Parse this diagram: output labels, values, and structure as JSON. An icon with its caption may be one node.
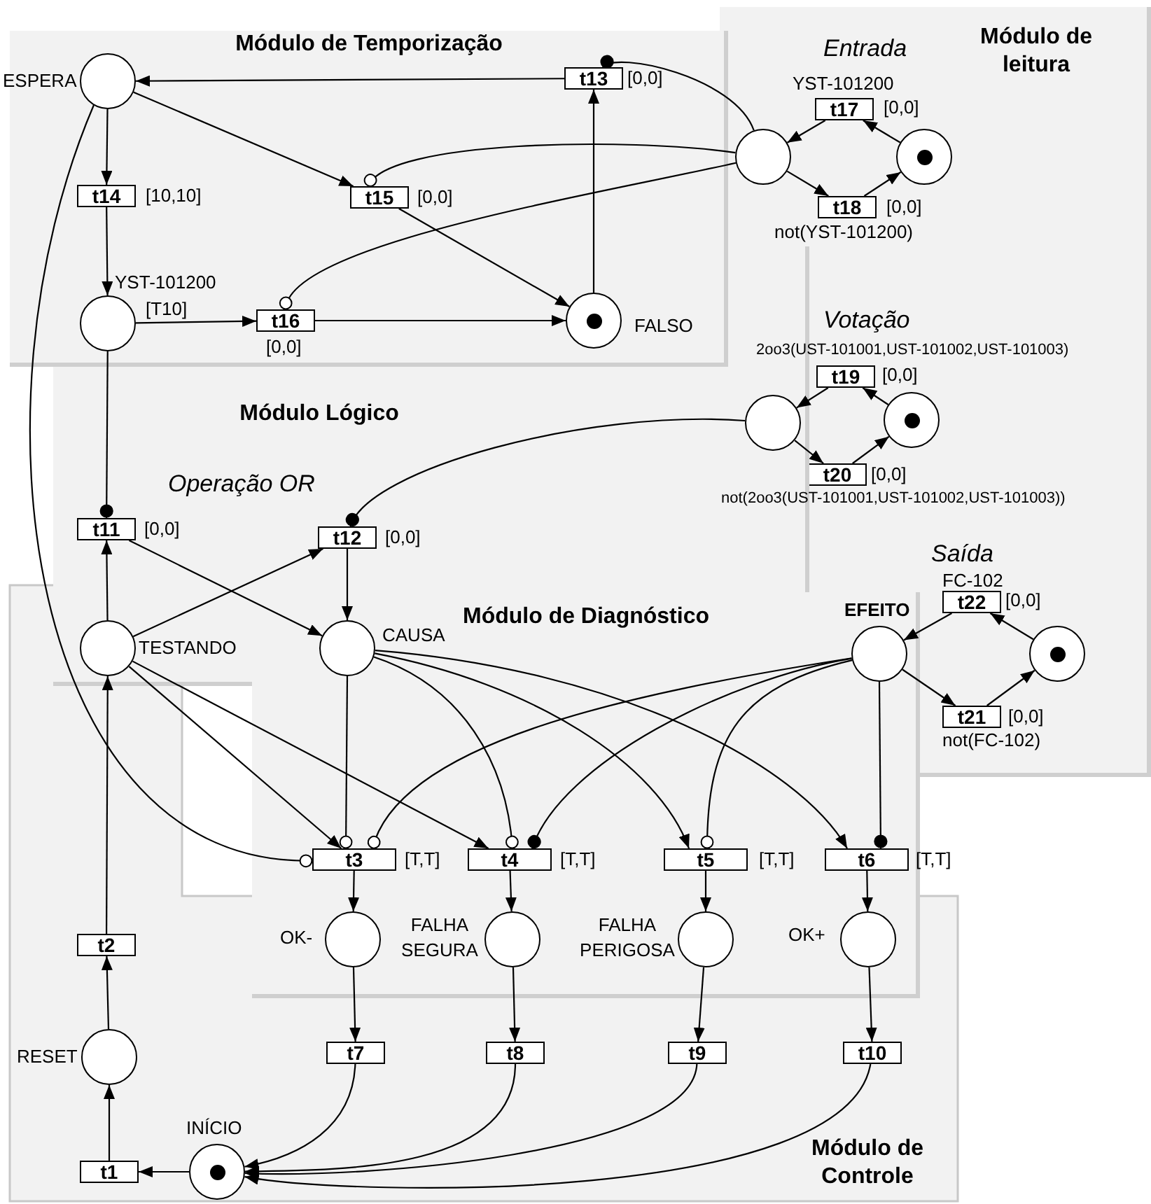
{
  "diagram": {
    "nodes": [
      {
        "text": [
          "Módulo de Temporização"
        ]
      },
      {
        "text": [
          "Módulo de leitura"
        ]
      },
      {
        "text": [
          "Módulo Lógico"
        ]
      },
      {
        "text": [
          "Módulo de Diagnóstico"
        ]
      },
      {
        "text": [
          "Módulo de Controle"
        ]
      },
      {
        "text": [],
        "shape": "circle",
        "in": 0,
        "beside": [
          "ESPERA"
        ]
      },
      {
        "text": [
          "t13"
        ],
        "in": 0,
        "beside": [
          "[0,0]"
        ]
      },
      {
        "text": [],
        "shape": "circle",
        "in": 1
      },
      {
        "text": [
          "t17"
        ],
        "in": 1,
        "beside": [
          "YST-101200",
          "[0,0]"
        ]
      },
      {
        "text": [],
        "shape": "circle",
        "in": 1
      },
      {
        "text": [
          "t18"
        ],
        "in": 1,
        "beside": [
          "[0,0]",
          "not(YST-101200)"
        ]
      },
      {
        "text": [
          "t14"
        ],
        "in": 0,
        "beside": [
          "[10,10]"
        ]
      },
      {
        "text": [
          "t15"
        ],
        "in": 0,
        "beside": [
          "[0,0]"
        ]
      },
      {
        "text": [],
        "shape": "circle",
        "beside": [
          "YST-101200",
          "[T10]"
        ]
      },
      {
        "text": [
          "t16"
        ],
        "beside": [
          "[0,0]"
        ]
      },
      {
        "text": [],
        "shape": "circle",
        "beside": [
          "FALSO"
        ]
      },
      {
        "text": [
          "t19"
        ],
        "in": 1,
        "beside": [
          "2oo3(UST-101001,UST-101002,UST-101003)",
          "[0,0]"
        ]
      },
      {
        "text": [],
        "shape": "circle"
      },
      {
        "text": [],
        "shape": "circle",
        "in": 1
      },
      {
        "text": [
          "t20"
        ],
        "in": 1,
        "beside": [
          "[0,0]",
          "not(2oo3(UST-101001,UST-101002,UST-101003))"
        ]
      },
      {
        "text": [
          "t11"
        ],
        "in": 2,
        "beside": [
          "[0,0]"
        ]
      },
      {
        "text": [
          "t12"
        ],
        "in": 2,
        "beside": [
          "[0,0]"
        ]
      },
      {
        "text": [
          "t22"
        ],
        "in": 1,
        "beside": [
          "FC-102",
          "[0,0]"
        ]
      },
      {
        "text": [],
        "shape": "circle",
        "beside": [
          "TESTANDO"
        ]
      },
      {
        "text": [],
        "shape": "circle",
        "beside": [
          "CAUSA"
        ]
      },
      {
        "text": [],
        "shape": "circle",
        "beside": [
          "EFEITO"
        ]
      },
      {
        "text": [],
        "shape": "circle",
        "in": 1
      },
      {
        "text": [
          "t21"
        ],
        "in": 1,
        "beside": [
          "[0,0]",
          "not(FC-102)"
        ]
      },
      {
        "text": [
          "t3"
        ],
        "in": 3,
        "beside": [
          "[T,T]"
        ]
      },
      {
        "text": [
          "t4"
        ],
        "in": 3,
        "beside": [
          "[T,T]"
        ]
      },
      {
        "text": [
          "t5"
        ],
        "in": 3,
        "beside": [
          "[T,T]"
        ]
      },
      {
        "text": [
          "t6"
        ],
        "in": 3,
        "beside": [
          "[T,T]"
        ]
      },
      {
        "text": [],
        "shape": "circle",
        "in": 3,
        "beside": [
          "OK-"
        ]
      },
      {
        "text": [],
        "shape": "circle",
        "in": 3,
        "beside": [
          "FALHA SEGURA"
        ]
      },
      {
        "text": [],
        "shape": "circle",
        "in": 3,
        "beside": [
          "FALHA PERIGOSA"
        ]
      },
      {
        "text": [],
        "shape": "circle",
        "in": 3,
        "beside": [
          "OK+"
        ]
      },
      {
        "text": [
          "t2"
        ],
        "in": 4
      },
      {
        "text": [
          "t7"
        ],
        "in": 4
      },
      {
        "text": [
          "t8"
        ],
        "in": 4
      },
      {
        "text": [
          "t9"
        ],
        "in": 4
      },
      {
        "text": [
          "t10"
        ],
        "in": 4
      },
      {
        "text": [],
        "shape": "circle",
        "in": 4,
        "beside": [
          "RESET"
        ]
      },
      {
        "text": [],
        "shape": "circle",
        "in": 4,
        "beside": [
          "INÍCIO"
        ]
      },
      {
        "text": [
          "t1"
        ],
        "in": 4
      }
    ],
    "edges": [
      {
        "from": 6,
        "to": 5,
        "arrow": "to"
      },
      {
        "from": 7,
        "to": 6,
        "arrow": "other"
      },
      {
        "from": 15,
        "to": 6,
        "arrow": "to"
      },
      {
        "from": 5,
        "to": 11,
        "arrow": "to"
      },
      {
        "from": 11,
        "to": 13,
        "arrow": "to"
      },
      {
        "from": 5,
        "to": 12,
        "arrow": "to"
      },
      {
        "from": 7,
        "to": 12,
        "arrow": "other"
      },
      {
        "from": 12,
        "to": 15,
        "arrow": "to"
      },
      {
        "from": 7,
        "to": 14,
        "arrow": "other"
      },
      {
        "from": 13,
        "to": 14,
        "arrow": "to"
      },
      {
        "from": 14,
        "to": 15,
        "arrow": "to"
      },
      {
        "from": 8,
        "to": 7,
        "arrow": "to"
      },
      {
        "from": 7,
        "to": 10,
        "arrow": "to"
      },
      {
        "from": 10,
        "to": 9,
        "arrow": "to"
      },
      {
        "from": 9,
        "to": 8,
        "arrow": "to"
      },
      {
        "from": 13,
        "to": 20,
        "arrow": "other"
      },
      {
        "from": 20,
        "to": 24,
        "arrow": "to"
      },
      {
        "from": 23,
        "to": 20,
        "arrow": "to"
      },
      {
        "from": 23,
        "to": 21,
        "arrow": "to"
      },
      {
        "from": 17,
        "to": 21,
        "arrow": "other"
      },
      {
        "from": 21,
        "to": 24,
        "arrow": "to"
      },
      {
        "from": 16,
        "to": 17,
        "arrow": "to"
      },
      {
        "from": 17,
        "to": 19,
        "arrow": "to"
      },
      {
        "from": 19,
        "to": 18,
        "arrow": "to"
      },
      {
        "from": 18,
        "to": 16,
        "arrow": "to"
      },
      {
        "from": 22,
        "to": 25,
        "arrow": "to"
      },
      {
        "from": 25,
        "to": 27,
        "arrow": "to"
      },
      {
        "from": 27,
        "to": 26,
        "arrow": "to"
      },
      {
        "from": 26,
        "to": 22,
        "arrow": "to"
      },
      {
        "from": 5,
        "to": 28,
        "arrow": "other"
      },
      {
        "from": 23,
        "to": 28,
        "arrow": "to"
      },
      {
        "from": 23,
        "to": 29,
        "arrow": "to"
      },
      {
        "from": 24,
        "to": 28,
        "arrow": "other"
      },
      {
        "from": 25,
        "to": 28,
        "arrow": "other"
      },
      {
        "from": 24,
        "to": 29,
        "arrow": "other"
      },
      {
        "from": 25,
        "to": 29,
        "arrow": "other"
      },
      {
        "from": 24,
        "to": 30,
        "arrow": "to"
      },
      {
        "from": 25,
        "to": 30,
        "arrow": "other"
      },
      {
        "from": 24,
        "to": 31,
        "arrow": "to"
      },
      {
        "from": 25,
        "to": 31,
        "arrow": "other"
      },
      {
        "from": 28,
        "to": 32,
        "arrow": "to"
      },
      {
        "from": 29,
        "to": 33,
        "arrow": "to"
      },
      {
        "from": 30,
        "to": 34,
        "arrow": "to"
      },
      {
        "from": 31,
        "to": 35,
        "arrow": "to"
      },
      {
        "from": 32,
        "to": 37,
        "arrow": "to"
      },
      {
        "from": 33,
        "to": 38,
        "arrow": "to"
      },
      {
        "from": 34,
        "to": 39,
        "arrow": "to"
      },
      {
        "from": 35,
        "to": 40,
        "arrow": "to"
      },
      {
        "from": 37,
        "to": 42,
        "arrow": "to"
      },
      {
        "from": 38,
        "to": 42,
        "arrow": "to"
      },
      {
        "from": 39,
        "to": 42,
        "arrow": "to"
      },
      {
        "from": 40,
        "to": 42,
        "arrow": "to"
      },
      {
        "from": 42,
        "to": 43,
        "arrow": "to"
      },
      {
        "from": 43,
        "to": 41,
        "arrow": "to"
      },
      {
        "from": 41,
        "to": 36,
        "arrow": "to"
      },
      {
        "from": 36,
        "to": 23,
        "arrow": "to"
      }
    ],
    "labels": [
      "Entrada",
      "Votação",
      "Operação OR",
      "Saída"
    ]
  }
}
